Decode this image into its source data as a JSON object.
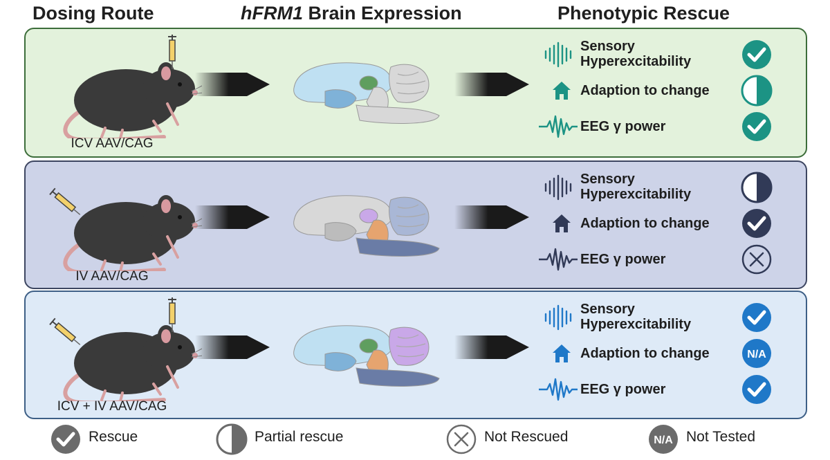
{
  "headers": {
    "route": "Dosing Route",
    "brain_gene": "hFRM1",
    "brain_suffix": " Brain Expression",
    "rescue": "Phenotypic Rescue"
  },
  "colors": {
    "panel_bgs": [
      "#e3f2dc",
      "#cdd3e8",
      "#deeaf7"
    ],
    "panel_borders": [
      "#3c6d3a",
      "#3d4661",
      "#3d5f86"
    ],
    "accents": [
      "#1c9384",
      "#313a57",
      "#1f78c8"
    ],
    "legend_grey": "#6b6b6b"
  },
  "rows": [
    {
      "route": "ICV AAV/CAG",
      "routes_icons": [
        "icv-syringe"
      ],
      "phenotypes": [
        {
          "icon": "sound-wave-icon",
          "label": "Sensory\nHyperexcitability",
          "status": "rescue"
        },
        {
          "icon": "home-icon",
          "label": "Adaption to change",
          "status": "partial"
        },
        {
          "icon": "eeg-wave-icon",
          "label": "EEG γ power",
          "status": "rescue"
        }
      ]
    },
    {
      "route": "IV AAV/CAG",
      "routes_icons": [
        "iv-syringe"
      ],
      "phenotypes": [
        {
          "icon": "sound-wave-icon",
          "label": "Sensory\nHyperexcitability",
          "status": "partial"
        },
        {
          "icon": "home-icon",
          "label": "Adaption to change",
          "status": "rescue"
        },
        {
          "icon": "eeg-wave-icon",
          "label": "EEG γ power",
          "status": "not-rescued"
        }
      ]
    },
    {
      "route": "ICV + IV AAV/CAG",
      "routes_icons": [
        "icv-syringe",
        "iv-syringe"
      ],
      "phenotypes": [
        {
          "icon": "sound-wave-icon",
          "label": "Sensory\nHyperexcitability",
          "status": "rescue"
        },
        {
          "icon": "home-icon",
          "label": "Adaption to change",
          "status": "na"
        },
        {
          "icon": "eeg-wave-icon",
          "label": "EEG γ power",
          "status": "rescue"
        }
      ]
    }
  ],
  "legend": [
    {
      "status": "rescue",
      "label": "Rescue"
    },
    {
      "status": "partial",
      "label": "Partial rescue"
    },
    {
      "status": "not-rescued",
      "label": "Not Rescued"
    },
    {
      "status": "na",
      "label": "Not Tested",
      "badge": "N/A"
    }
  ],
  "na_badge": "N/A"
}
